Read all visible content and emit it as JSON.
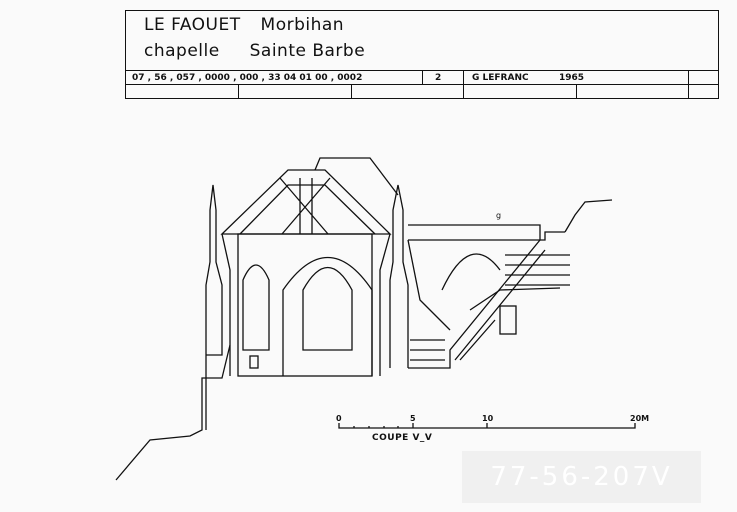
{
  "title_block": {
    "commune": "LE FAOUET",
    "department": "Morbihan",
    "building_type": "chapelle",
    "building_name": "Sainte Barbe",
    "reference_code": "07 , 56 , 057 , 0000 , 000 , 33 04 01 00 , 0002",
    "sheet_number": "2",
    "author": "G LEFRANC",
    "year": "1965"
  },
  "drawing": {
    "annotation_letter": "g",
    "section_label": "COUPE V_V",
    "scale": {
      "ticks": [
        "0",
        "5",
        "10",
        "20M"
      ]
    }
  },
  "stamp": {
    "handwritten_number": "77-56-207V"
  }
}
